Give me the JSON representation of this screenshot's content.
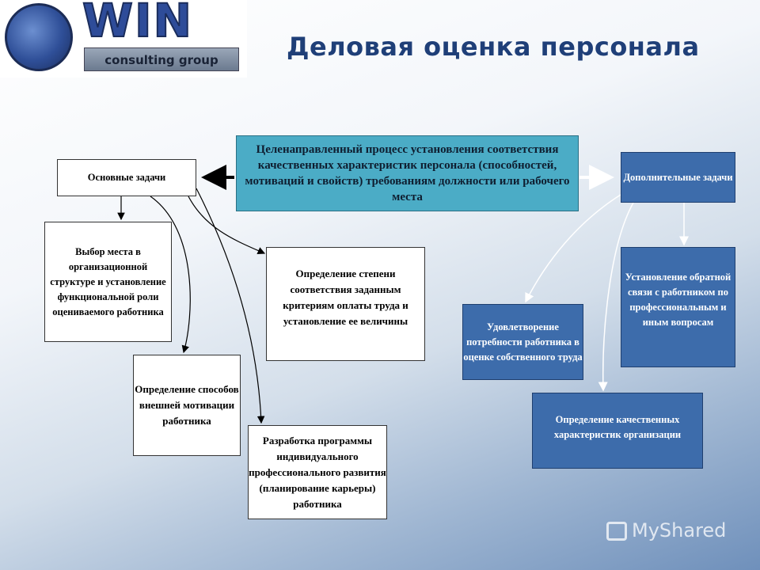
{
  "logo": {
    "brand": "WIN",
    "subtitle": "consulting group"
  },
  "title": "Деловая оценка персонала",
  "central": "Целенаправленный процесс установления соответствия качественных характеристик персонала (способностей, мотиваций и свойств) требованиям должности или рабочего места",
  "basic_tasks": {
    "label": "Основные задачи",
    "items": [
      "Выбор места в организационной структуре и установление функциональной роли оцениваемого работника",
      "Определение степени соответствия заданным критериям оплаты труда и установление ее величины",
      "Определение способов внешней мотивации работника",
      "Разработка программы индивидуального профессионального развития (планирование карьеры) работника"
    ]
  },
  "additional_tasks": {
    "label": "Дополнительные задачи",
    "items": [
      "Удовлетворение потребности работника в оценке собственного труда",
      "Установление обратной связи с работником по профессиональным и иным вопросам",
      "Определение качественных характеристик организации"
    ]
  },
  "watermark": "MyShared"
}
